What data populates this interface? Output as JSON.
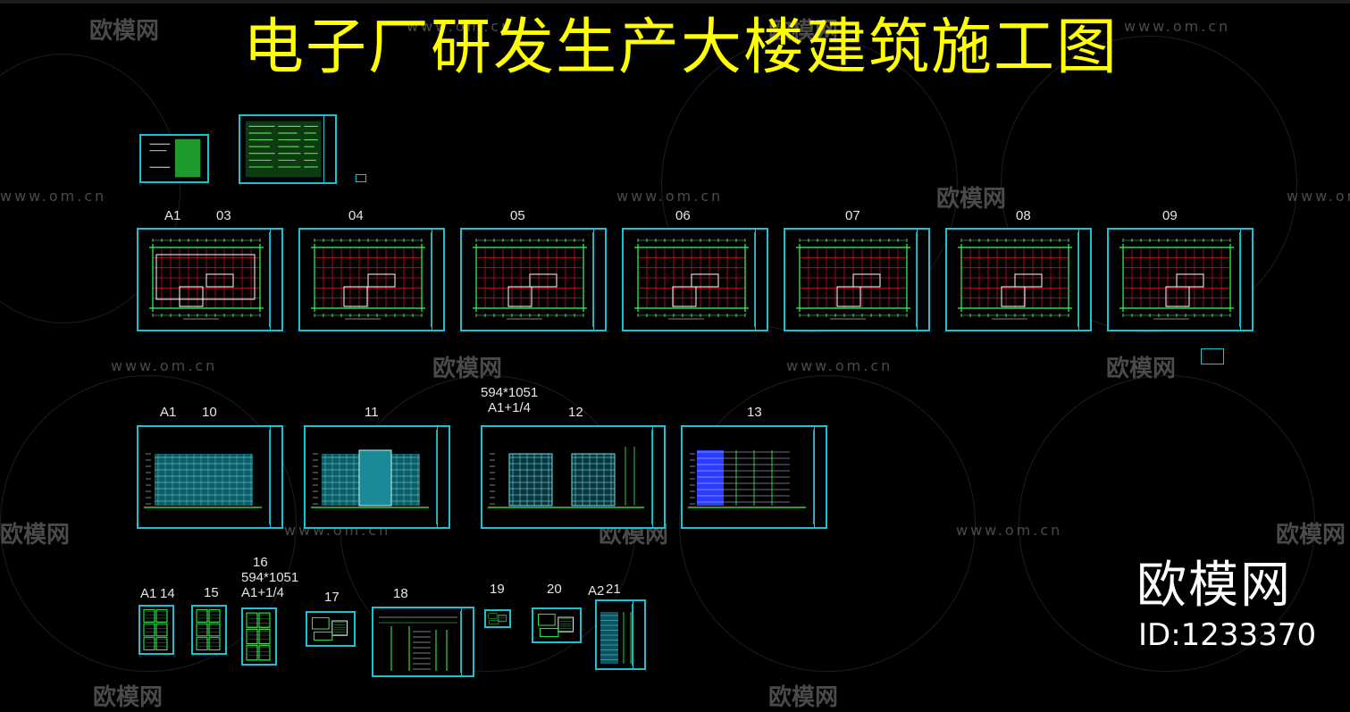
{
  "title": "电子厂研发生产大楼建筑施工图",
  "watermark": {
    "url": "www.om.cn",
    "brand": "欧模网"
  },
  "brand": {
    "name": "欧模网",
    "id": "ID:1233370"
  },
  "row1": {
    "size_label": "A1",
    "numbers": [
      "03",
      "04",
      "05",
      "06",
      "07",
      "08",
      "09"
    ]
  },
  "row2": {
    "size_label": "A1",
    "numbers": [
      "10",
      "11",
      "12",
      "13"
    ],
    "note_size": "594*1051",
    "note_scale": "A1+1/4"
  },
  "row3": {
    "size_label_a1": "A1",
    "size_label_a2": "A2",
    "numbers": [
      "14",
      "15",
      "16",
      "17",
      "18",
      "19",
      "20",
      "21"
    ],
    "note_size": "594*1051",
    "note_scale": "A1+1/4"
  },
  "colors": {
    "title": "#ffff00",
    "frame": "#19c3d6",
    "grid_red": "#c0102a",
    "line_green": "#33ff55",
    "background": "#000000"
  }
}
